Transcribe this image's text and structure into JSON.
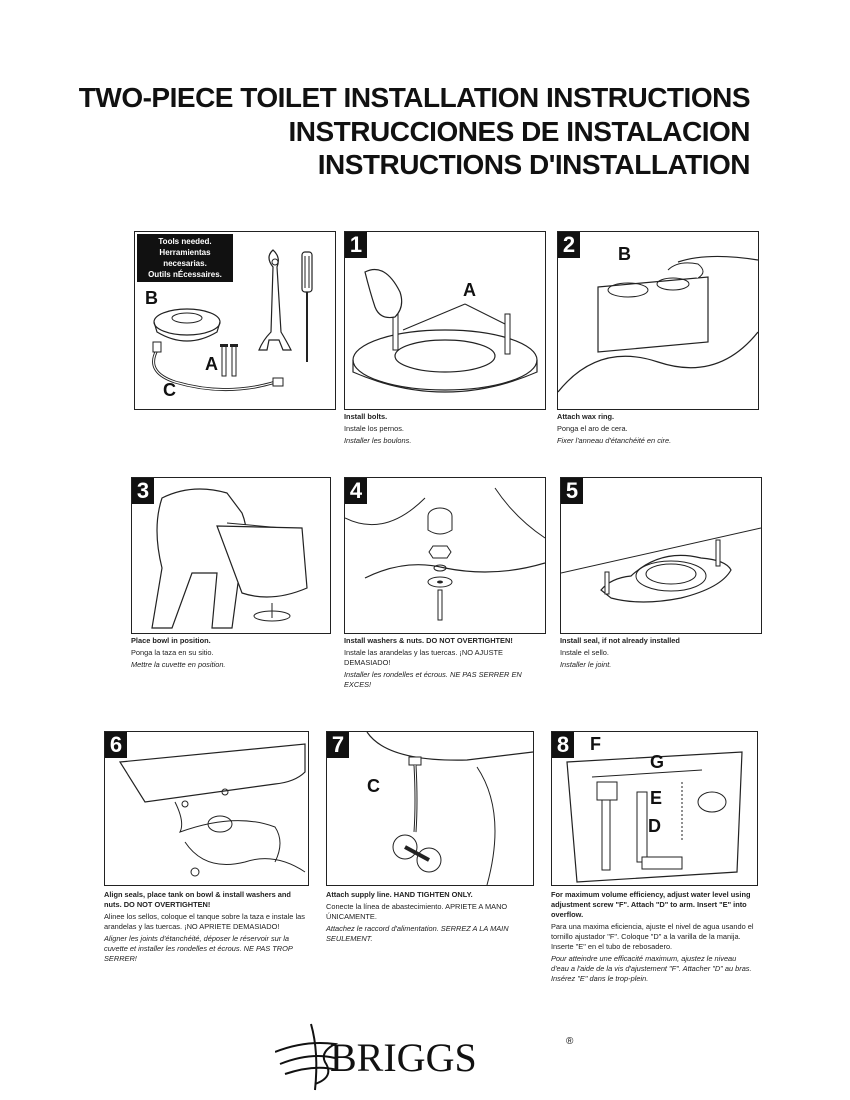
{
  "titles": {
    "en": "TWO-PIECE TOILET INSTALLATION INSTRUCTIONS",
    "es": "INSTRUCCIONES DE INSTALACION",
    "fr": "INSTRUCTIONS D'INSTALLATION"
  },
  "tools": {
    "header_en": "Tools needed.",
    "header_es": "Herramientas necesarias.",
    "header_fr": "Outils nÉcessaires.",
    "label_a": "A",
    "label_b": "B",
    "label_c": "C"
  },
  "steps": [
    {
      "number": "1",
      "label": "A",
      "en": "Install bolts.",
      "es": "Instale los pernos.",
      "fr": "Installer les boulons."
    },
    {
      "number": "2",
      "label": "B",
      "en": "Attach wax ring.",
      "es": "Ponga el aro de cera.",
      "fr": "Fixer l'anneau d'étanchéité en cire."
    },
    {
      "number": "3",
      "en": "Place bowl in position.",
      "es": "Ponga la taza en su sitio.",
      "fr": "Mettre la cuvette en position."
    },
    {
      "number": "4",
      "en": "Install washers & nuts. DO NOT OVERTIGHTEN!",
      "es": "Instale las arandelas y las tuercas. ¡NO AJUSTE DEMASIADO!",
      "fr": "Installer les rondelles et écrous. NE PAS SERRER EN EXCES!"
    },
    {
      "number": "5",
      "en": "Install seal, if not already installed",
      "es": "Instale el sello.",
      "fr": "Installer le joint."
    },
    {
      "number": "6",
      "en": "Align seals, place tank on bowl & install washers and nuts. DO NOT OVERTIGHTEN!",
      "es": "Alinee los sellos, coloque el tanque sobre la taza e instale las arandelas y las tuercas. ¡NO APRIETE DEMASIADO!",
      "fr": "Aligner les joints d'étanchéité, déposer le réservoir sur la cuvette et installer les rondelles et écrous. NE PAS TROP SERRER!"
    },
    {
      "number": "7",
      "label": "C",
      "en": "Attach supply line. HAND TIGHTEN ONLY.",
      "es": "Conecte la línea de abastecimiento. APRIETE A MANO ÚNICAMENTE.",
      "fr": "Attachez le raccord d'alimentation. SERREZ A LA MAIN SEULEMENT."
    },
    {
      "number": "8",
      "label_f": "F",
      "label_g": "G",
      "label_e": "E",
      "label_d": "D",
      "en": "For maximum volume efficiency, adjust water level using adjustment screw \"F\". Attach \"D\" to arm. Insert \"E\" into overflow.",
      "es": "Para una maxima eficiencia, ajuste el nivel de agua usando el tornillo ajustador \"F\". Coloque \"D\" a la varilla de la manija.  Inserte \"E\" en el tubo de rebosadero.",
      "fr": "Pour atteindre une efficacité maximum, ajustez le niveau d'eau a l'aide de la vis d'ajustement \"F\". Attacher \"D\" au bras.  Insérez \"E\" dans le trop-plein."
    }
  ],
  "brand": {
    "name": "BRIGGS",
    "reg": "®"
  }
}
